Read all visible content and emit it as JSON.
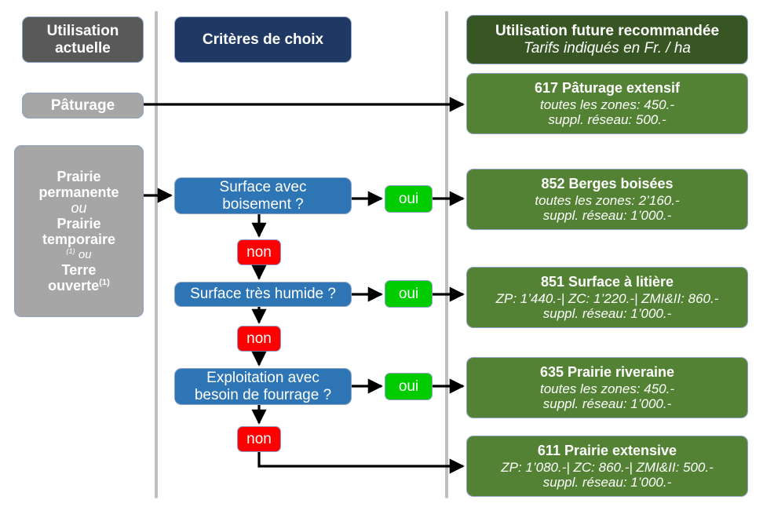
{
  "columns": {
    "current_use": {
      "header": "Utilisation\nactuelle",
      "header_line1": "Utilisation",
      "header_line2": "actuelle",
      "items": [
        {
          "label": "Pâturage"
        },
        {
          "lines": [
            {
              "text": "Prairie",
              "style": "bold"
            },
            {
              "text": "permanente",
              "style": "bold"
            },
            {
              "text": "ou",
              "style": "italic"
            },
            {
              "text": "Prairie",
              "style": "bold"
            },
            {
              "text": "temporaire",
              "style": "bold"
            },
            {
              "text": "(1) ou",
              "style": "italic"
            },
            {
              "text": "Terre",
              "style": "bold"
            },
            {
              "text": "ouverte(1)",
              "style": "bold"
            }
          ]
        }
      ]
    },
    "criteria": {
      "header": "Critères de choix",
      "decisions": [
        {
          "line1": "Surface avec",
          "line2": "boisement ?"
        },
        {
          "line1": "Surface très humide ?",
          "line2": ""
        },
        {
          "line1": "Exploitation avec",
          "line2": "besoin de fourrage ?"
        }
      ],
      "yes_label": "oui",
      "no_label": "non"
    },
    "recommended": {
      "header_title": "Utilisation future recommandée",
      "header_subtitle": "Tarifs indiqués en Fr. / ha",
      "results": [
        {
          "title": "617 Pâturage extensif",
          "line1": "toutes les zones: 450.-",
          "line2": "suppl. réseau: 500.-"
        },
        {
          "title": "852 Berges boisées",
          "line1": "toutes les zones: 2’160.-",
          "line2": "suppl. réseau: 1’000.-"
        },
        {
          "title": "851 Surface à litière",
          "line1": "ZP: 1’440.-| ZC: 1’220.-| ZMI&II: 860.-",
          "line2": "suppl. réseau: 1’000.-"
        },
        {
          "title": "635 Prairie riveraine",
          "line1": "toutes les zones: 450.-",
          "line2": "suppl. réseau: 1’000.-"
        },
        {
          "title": "611 Prairie extensive",
          "line1": "ZP: 1’080.-| ZC: 860.-| ZMI&II: 500.-",
          "line2": "suppl. réseau: 1’000.-"
        }
      ]
    }
  },
  "colors": {
    "header_grey": "#595959",
    "header_blue": "#1f3864",
    "header_green": "#375623",
    "box_grey": "#a6a6a6",
    "box_blue": "#2e75b6",
    "box_green": "#548235",
    "yes_green": "#00cc00",
    "no_red": "#ff0000",
    "divider": "#bfbfbf",
    "arrow": "#000000"
  }
}
